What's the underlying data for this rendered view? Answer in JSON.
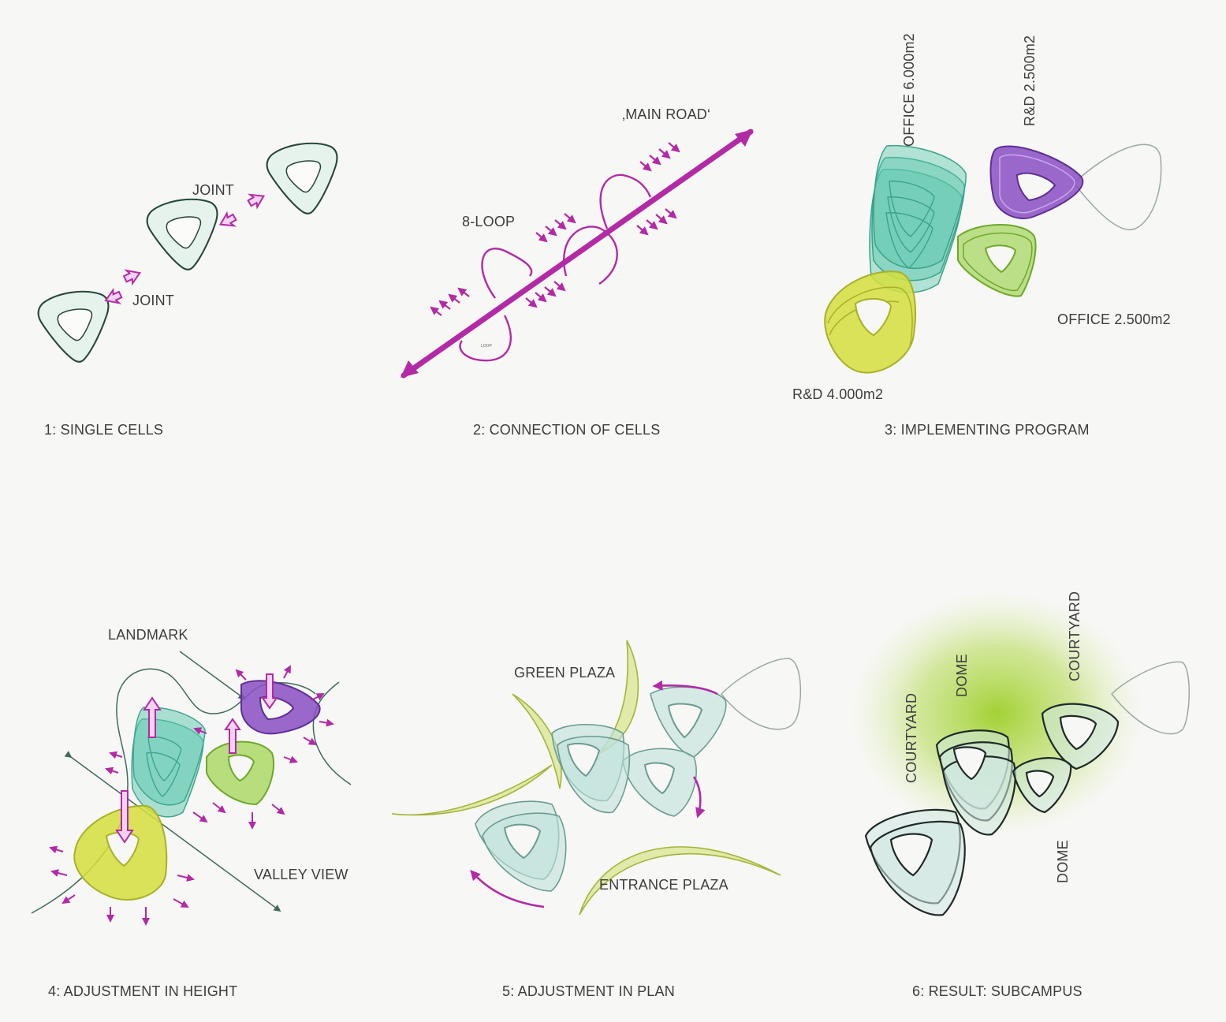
{
  "colors": {
    "magenta": "#b32aa6",
    "teal": "#5cc7ae",
    "lime": "#9bd24a",
    "yellow": "#d5df3c",
    "purple": "#8a4fc2",
    "pale": "#bfe1da",
    "green_glow": "#a6d23a",
    "outline": "#27473a"
  },
  "panel1": {
    "caption": "1: SINGLE CELLS",
    "joint_top": "JOINT",
    "joint_bottom": "JOINT"
  },
  "panel2": {
    "caption": "2: CONNECTION OF CELLS",
    "main_road": "‚MAIN ROAD‘",
    "eight_loop": "8-LOOP",
    "loop_tiny": "LOOP"
  },
  "panel3": {
    "caption": "3: IMPLEMENTING PROGRAM",
    "office_6000": "OFFICE 6.000m2",
    "rd_2500": "R&D 2.500m2",
    "office_2500": "OFFICE 2.500m2",
    "rd_4000": "R&D 4.000m2"
  },
  "panel4": {
    "caption": "4: ADJUSTMENT IN HEIGHT",
    "landmark": "LANDMARK",
    "valley_view": "VALLEY VIEW"
  },
  "panel5": {
    "caption": "5: ADJUSTMENT IN PLAN",
    "green_plaza": "GREEN PLAZA",
    "entrance_plaza": "ENTRANCE PLAZA"
  },
  "panel6": {
    "caption": "6: RESULT: SUBCAMPUS",
    "courtyard_left": "COURTYARD",
    "dome_top": "DOME",
    "courtyard_right": "COURTYARD",
    "dome_bottom": "DOME"
  }
}
